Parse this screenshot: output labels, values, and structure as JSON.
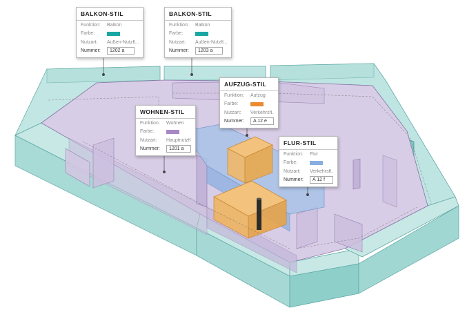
{
  "colors": {
    "balkon": "#1aa7a1",
    "wohnen": "#a888c4",
    "aufzug": "#ea8b32",
    "flur": "#89aee0"
  },
  "callouts": {
    "balkon1": {
      "title": "BALKON-STIL",
      "funktion_label": "Funktion:",
      "funktion": "Balkon",
      "farbe_label": "Farbe:",
      "nutzart_label": "Nutzart:",
      "nutzart": "Außen-Nutzfl...",
      "nummer_label": "Nummer:",
      "nummer": "1202 a"
    },
    "balkon2": {
      "title": "BALKON-STIL",
      "funktion_label": "Funktion:",
      "funktion": "Balkon",
      "farbe_label": "Farbe:",
      "nutzart_label": "Nutzart:",
      "nutzart": "Außen-Nutzfl...",
      "nummer_label": "Nummer:",
      "nummer": "1203 a"
    },
    "aufzug": {
      "title": "AUFZUG-STIL",
      "funktion_label": "Funktion:",
      "funktion": "Aufzug",
      "farbe_label": "Farbe:",
      "nutzart_label": "Nutzart:",
      "nutzart": "Verkehrsfl...",
      "nummer_label": "Nummer:",
      "nummer": "A 12 e"
    },
    "wohnen": {
      "title": "WOHNEN-STIL",
      "funktion_label": "Funktion:",
      "funktion": "Wohnen",
      "farbe_label": "Farbe:",
      "nutzart_label": "Nutzart:",
      "nutzart": "Hauptnutzfl...",
      "nummer_label": "Nummer:",
      "nummer": "1201 a"
    },
    "flur": {
      "title": "FLUR-STIL",
      "funktion_label": "Funktion:",
      "funktion": "Flur",
      "farbe_label": "Farbe:",
      "nutzart_label": "Nutzart:",
      "nutzart": "Verkehrsfl...",
      "nummer_label": "Nummer:",
      "nummer": "A 12 f"
    }
  }
}
